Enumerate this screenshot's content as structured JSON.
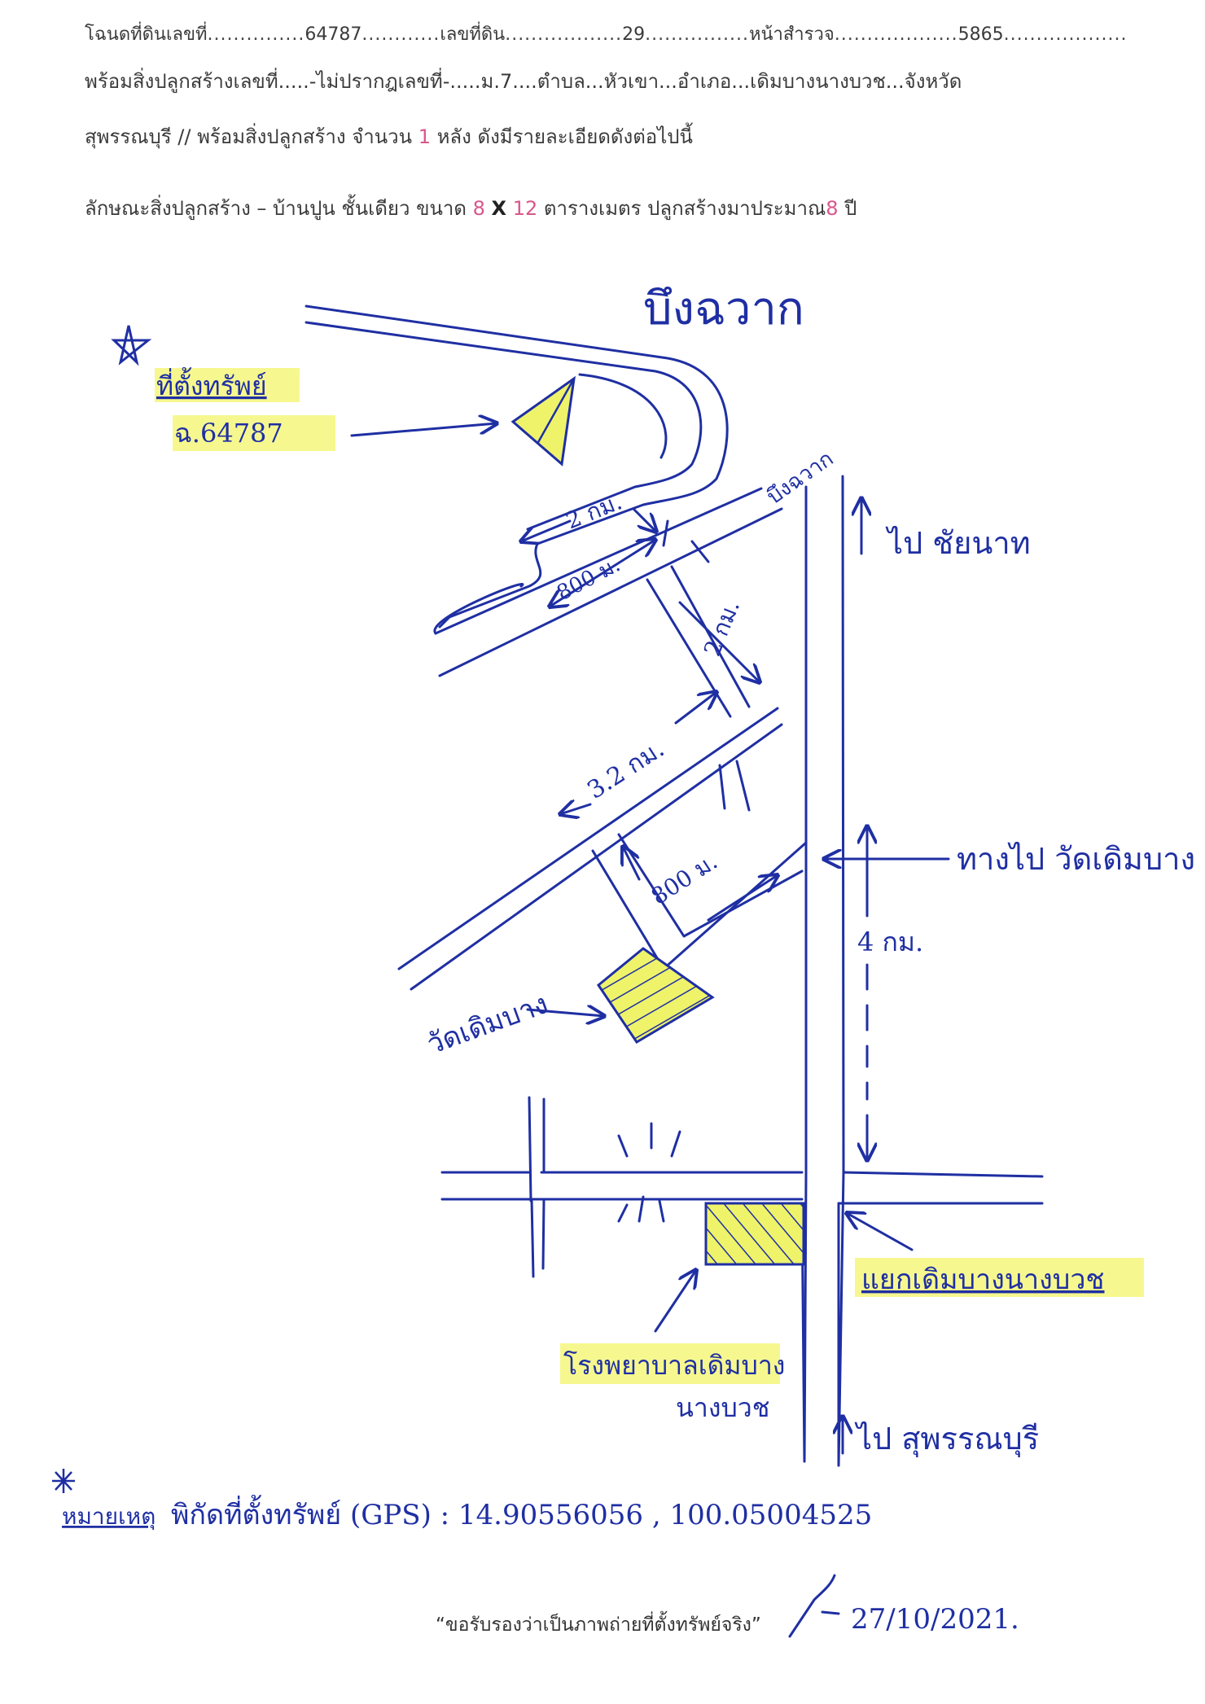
{
  "header": {
    "line1": {
      "title_deed_label": "โฉนดที่ดินเลขที่",
      "title_deed_no": "64787",
      "land_no_label": "เลขที่ดิน",
      "land_no": "29",
      "survey_label": "หน้าสำรวจ",
      "survey_no": "5865"
    },
    "line2": "พร้อมสิ่งปลูกสร้างเลขที่.....-ไม่ปรากฎเลขที่-.....ม.7....ตำบล...หัวเขา...อำเภอ...เดิมบางนางบวช...จังหวัด",
    "line3": {
      "text_a": "สุพรรณบุรี // พร้อมสิ่งปลูกสร้าง จำนวน",
      "count": "1",
      "text_b": "หลัง ดังมีรายละเอียดดังต่อไปนี้"
    },
    "line4": {
      "text_a": "ลักษณะสิ่งปลูกสร้าง – บ้านปูน ชั้นเดียว ขนาด",
      "w": "8",
      "x": "X",
      "l": "12",
      "text_b": "ตารางเมตร ปลูกสร้างมาประมาณ",
      "years": "8",
      "text_c": "ปี"
    }
  },
  "map": {
    "title": "บึงฉวาก",
    "property_label": "ที่ตั้งทรัพย์",
    "property_deed": "ฉ.64787",
    "road_sign": "บึงฉวาก",
    "to_chainat": "ไป ชัยนาท",
    "to_wat": "ทางไป วัดเดิมบาง",
    "to_suphan": "ไป สุพรรณบุรี",
    "wat_label": "วัดเดิมบาง",
    "junction_label": "แยกเดิมบางนางบวช",
    "hospital_line1": "โรงพยาบาลเดิมบาง",
    "hospital_line2": "นางบวช",
    "dist_2km_top": "2 กม.",
    "dist_800_top": "800 ม.",
    "dist_2km_mid": "2 กม.",
    "dist_3_2km": "3.2 กม.",
    "dist_800_bottom": "800 ม.",
    "dist_4km": "4 กม.",
    "colors": {
      "ink": "#1f2fa3",
      "highlight": "#f3f56a"
    }
  },
  "note": {
    "label": "หมายเหตุ",
    "text": "พิกัดที่ตั้งทรัพย์ (GPS) : 14.90556056 , 100.05004525"
  },
  "certify": {
    "text": "“ขอรับรองว่าเป็นภาพถ่ายที่ตั้งทรัพย์จริง”",
    "date": "27/10/2021."
  }
}
